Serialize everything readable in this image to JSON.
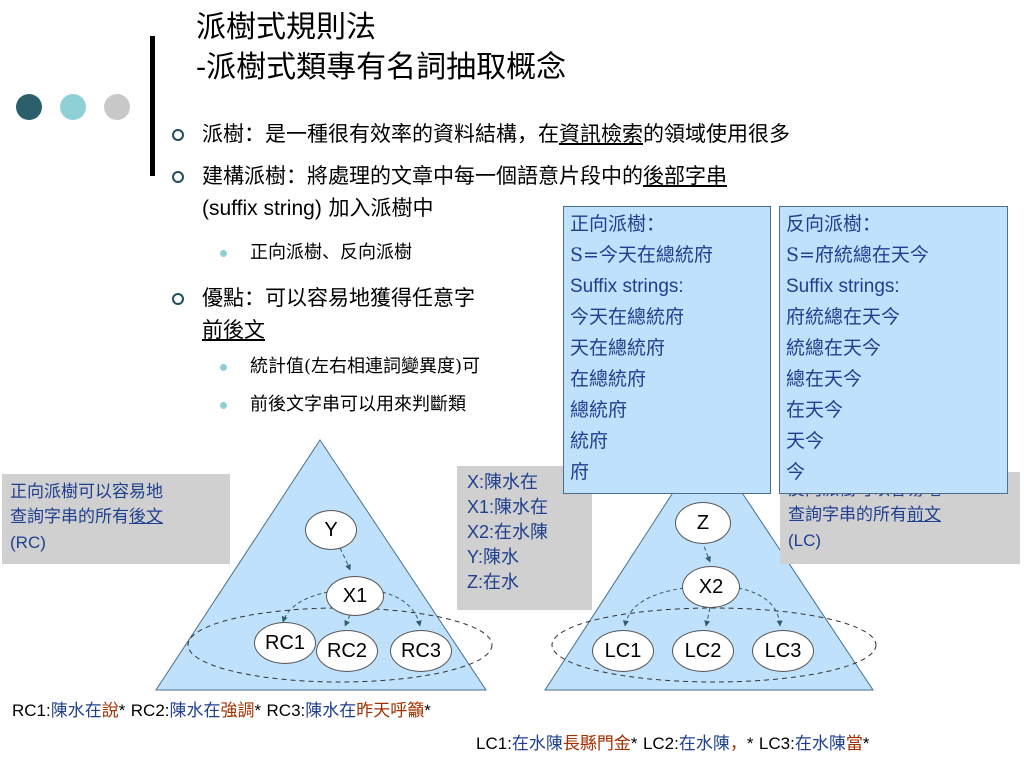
{
  "title": {
    "line1": "派樹式規則法",
    "line2": "-派樹式類專有名詞抽取概念"
  },
  "bullets": [
    {
      "pre": "派樹：是一種很有效率的資料結構，在",
      "u": "資訊檢索",
      "post": "的領域使用很多"
    },
    {
      "pre": "建構派樹：將處理的文章中每一個語意片段中的",
      "u": "後部字串",
      "line2a": "(suffix string)",
      "line2b": " 加入派樹中"
    },
    {
      "sub": "正向派樹、反向派樹"
    },
    {
      "pre": "優點：可以容易地獲得任意字",
      "u2": "前後文"
    },
    {
      "sub": "統計值(左右相連詞變異度)可"
    },
    {
      "sub": "前後文字串可以用來判斷類"
    }
  ],
  "left_note": {
    "line1": "正向派樹可以容易地",
    "line2_pre": "查詢字串的所有",
    "line2_u": "後文",
    "line3": "(RC)"
  },
  "right_note": {
    "line1": "反向派樹可以容易地",
    "line2_pre": "查詢字串的所有",
    "line2_u": "前文",
    "line3": "(LC)"
  },
  "forward_box": {
    "title": "正向派樹：",
    "s": "S=今天在總統府",
    "label": "Suffix strings:",
    "items": [
      "今天在總統府",
      "天在總統府",
      "在總統府",
      "總統府",
      "統府",
      "府"
    ]
  },
  "reverse_box": {
    "title": "反向派樹：",
    "s": "S=府統總在天今",
    "label": "Suffix strings:",
    "items": [
      "府統總在天今",
      "統總在天今",
      "總在天今",
      "在天今",
      "天今",
      "今"
    ]
  },
  "center_box": [
    "X:陳水在",
    "X1:陳水在",
    "X2:在水陳",
    "Y:陳水",
    "Z:在水"
  ],
  "left_tree": {
    "top": "Y",
    "mid": "X1",
    "leaves": [
      "RC1",
      "RC2",
      "RC3"
    ]
  },
  "right_tree": {
    "top": "Z",
    "mid": "X2",
    "leaves": [
      "LC1",
      "LC2",
      "LC3"
    ]
  },
  "footer_rc": [
    {
      "k": "RC1:",
      "a": "陳水在",
      "b": "說",
      "s": "*"
    },
    {
      "k": "RC2:",
      "a": "陳水在",
      "b": "強調",
      "s": "*"
    },
    {
      "k": "RC3:",
      "a": "陳水在",
      "b": "昨天呼籲",
      "s": "*"
    }
  ],
  "footer_lc": [
    {
      "k": "LC1:",
      "a": "在水陳",
      "b": "長縣門金",
      "s": "*"
    },
    {
      "k": "LC2:",
      "a": "在水陳",
      "b": "，",
      "s": "*"
    },
    {
      "k": "LC3:",
      "a": "在水陳",
      "b": "當",
      "s": "*"
    }
  ],
  "colors": {
    "accent_dark": "#2a5f6b",
    "accent_light": "#8fd0d6",
    "grey": "#c8c8c8",
    "tri_fill": "#bfe1fb",
    "box_text": "#1f3f8f",
    "orange": "#a03000"
  }
}
